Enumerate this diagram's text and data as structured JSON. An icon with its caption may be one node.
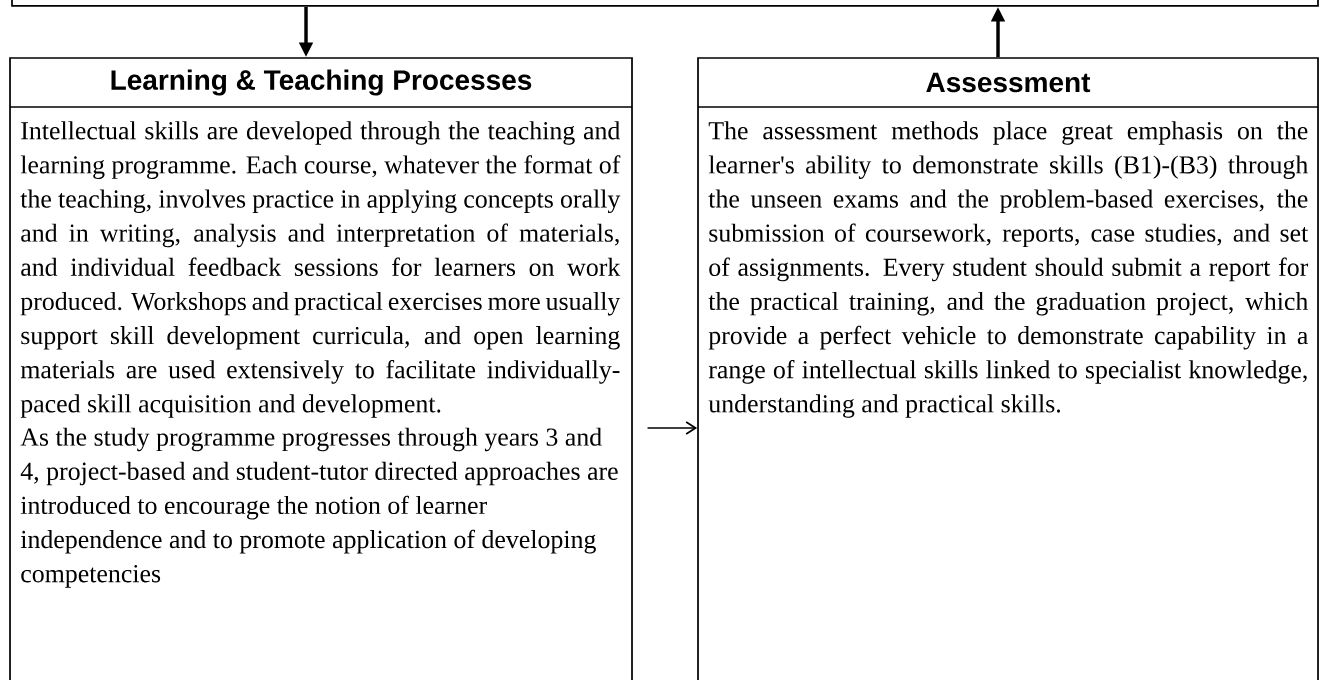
{
  "diagram": {
    "nodes": [
      {
        "text": [],
        "shape": "box"
      },
      {
        "text": [
          "Learning & Teaching Processes",
          "Intellectual skills are developed through the teaching and learning programme. Each course, whatever the format of the teaching, involves practice in applying concepts orally and in writing, analysis and interpretation of materials, and individual feedback sessions for learners on work produced. Workshops and practical exercises more usually support skill development curricula, and open learning materials are used extensively to facilitate individually-paced skill acquisition and development.",
          "As the study programme progresses through years 3 and 4, project-based and student-tutor directed approaches are introduced to encourage the notion of learner independence and to promote application of developing competencies"
        ]
      },
      {
        "text": [
          "Assessment",
          "The assessment methods place great emphasis on the learner's ability to demonstrate skills (B1)-(B3) through the unseen exams and the problem-based exercises, the submission of coursework, reports, case studies, and set of assignments. Every student should submit a report for the practical training, and the graduation project, which provide a perfect vehicle to demonstrate capability in a range of intellectual skills linked to specialist knowledge, understanding and practical skills."
        ]
      }
    ],
    "edges": [
      {
        "from": 0,
        "to": 1,
        "arrow": "to"
      },
      {
        "from": 2,
        "to": 0,
        "arrow": "to"
      },
      {
        "from": 1,
        "to": 2,
        "arrow": "to"
      }
    ]
  }
}
